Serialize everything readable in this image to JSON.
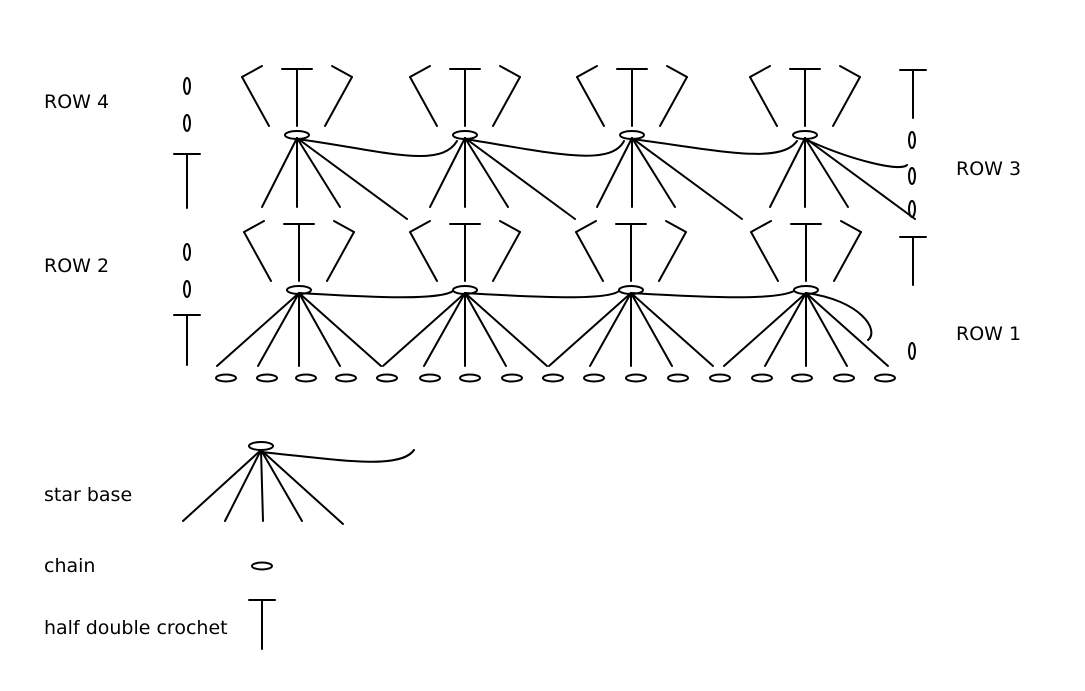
{
  "row_labels": {
    "row4": "ROW 4",
    "row3": "ROW 3",
    "row2": "ROW 2",
    "row1": "ROW 1"
  },
  "legend": {
    "star_base": "star base",
    "chain": "chain",
    "half_double_crochet": "half double crochet"
  },
  "pattern": {
    "foundation_chain_count": 17,
    "stars_per_row": 4,
    "star_rows": 2
  },
  "ink_color": "#000000"
}
